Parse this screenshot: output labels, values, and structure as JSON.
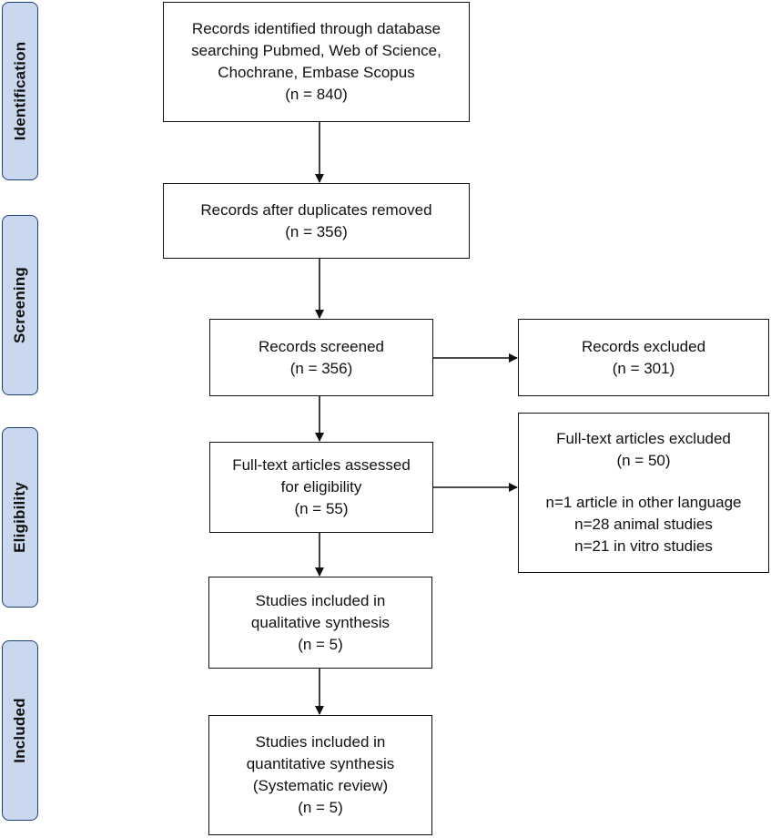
{
  "phases": {
    "identification": "Identification",
    "screening": "Screening",
    "eligibility": "Eligibility",
    "included": "Included"
  },
  "boxes": {
    "identified": {
      "lines": [
        "Records identified through database",
        "searching Pubmed, Web of Science,",
        "Chochrane, Embase Scopus",
        "(n = 840)"
      ]
    },
    "duplicates_removed": {
      "lines": [
        "Records after duplicates removed",
        "(n = 356)"
      ]
    },
    "screened": {
      "lines": [
        "Records screened",
        "(n = 356)"
      ]
    },
    "excluded": {
      "lines": [
        "Records excluded",
        "(n = 301)"
      ]
    },
    "fulltext_assessed": {
      "lines": [
        "Full-text articles assessed",
        "for eligibility",
        "(n = 55)"
      ]
    },
    "fulltext_excluded": {
      "lines": [
        "Full-text articles excluded",
        "(n = 50)",
        "",
        "n=1 article in other language",
        "n=28 animal studies",
        "n=21 in vitro studies"
      ]
    },
    "qualitative": {
      "lines": [
        "Studies included in",
        "qualitative synthesis",
        "(n = 5)"
      ]
    },
    "quantitative": {
      "lines": [
        "Studies included in",
        "quantitative synthesis",
        "(Systematic review)",
        "(n = 5)"
      ]
    }
  },
  "colors": {
    "phase_fill": "#c9d8ee",
    "phase_border": "#1f3f78",
    "box_border": "#111111",
    "arrow": "#111111"
  }
}
